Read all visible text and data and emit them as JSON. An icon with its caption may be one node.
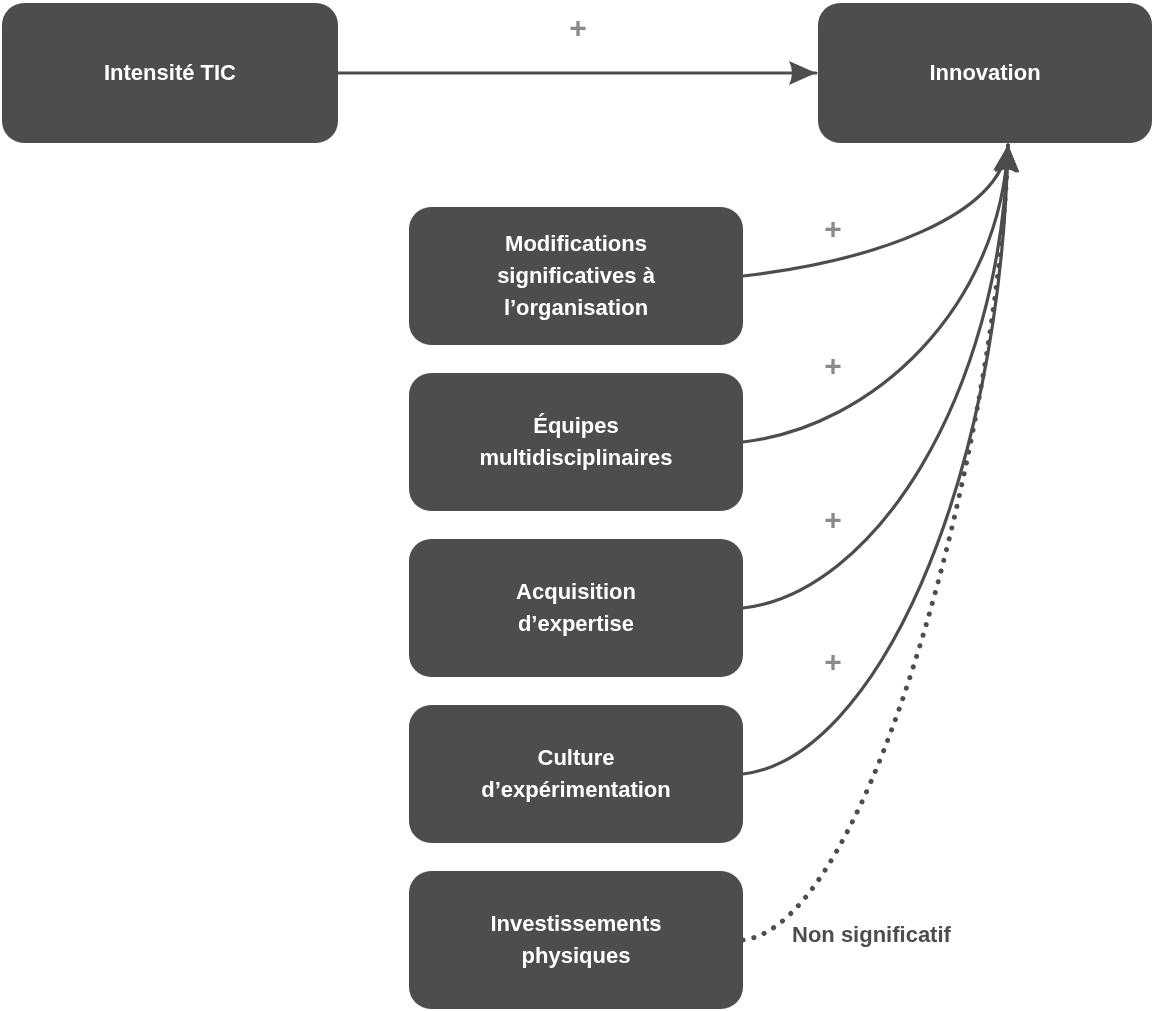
{
  "diagram": {
    "nodes": [
      {
        "text": [
          "Intensité TIC"
        ]
      },
      {
        "text": [
          "Innovation"
        ]
      },
      {
        "text": [
          "Modifications significatives à l’organisation"
        ]
      },
      {
        "text": [
          "Équipes multidisciplinaires"
        ]
      },
      {
        "text": [
          "Acquisition d’expertise"
        ]
      },
      {
        "text": [
          "Culture d’expérimentation"
        ]
      },
      {
        "text": [
          "Investissements physiques"
        ]
      }
    ],
    "edges": [
      {
        "from": 0,
        "to": 1,
        "arrow": "to",
        "label": "+"
      },
      {
        "from": 2,
        "to": 1,
        "arrow": "to",
        "label": "+"
      },
      {
        "from": 3,
        "to": 1,
        "arrow": "to",
        "label": "+"
      },
      {
        "from": 4,
        "to": 1,
        "arrow": "to",
        "label": "+"
      },
      {
        "from": 5,
        "to": 1,
        "arrow": "to",
        "label": "+"
      },
      {
        "from": 6,
        "to": 1,
        "arrow": "to",
        "label": "Non significatif",
        "style": "dashed"
      }
    ]
  }
}
